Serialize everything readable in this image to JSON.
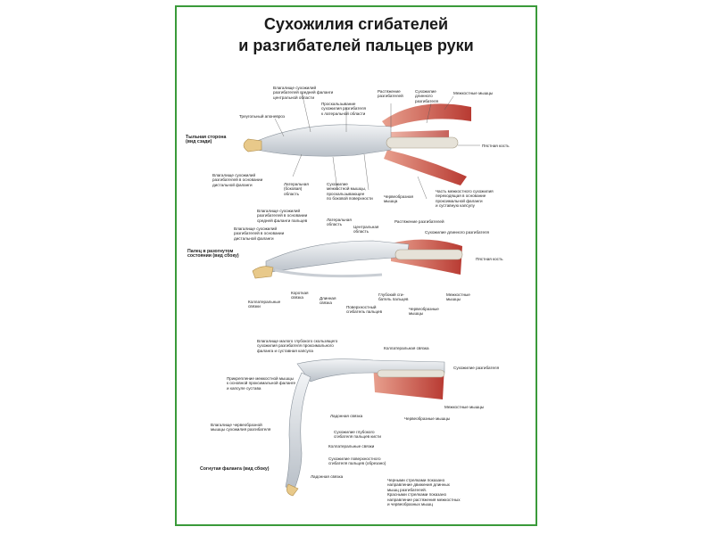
{
  "title_line1": "Сухожилия сгибателей",
  "title_line2": "и разгибателей пальцев руки",
  "panel1": {
    "view_label": "Тыльная сторона\n(вид сзади)",
    "labels": {
      "sheath_middle": "Влагалище сухожилий\nразгибателей средней фаланги\nцентральной области",
      "triangular": "Треугольный апоневроз",
      "lateral_band": "Проскальзывание\nсухожилия разгибателя\nк латеральной области",
      "stretch_ext": "Растяжение\nразгибателей",
      "long_ext_tendon": "Сухожилие\nдлинного\nразгибателя",
      "interossei": "Межкостные мышцы",
      "metacarpal": "Пястная кость",
      "sheath_distal": "Влагалище сухожилий\nразгибателей в основании\nдистальной фаланги",
      "lateral_area": "Латеральная\n(боковая)\nобласть",
      "interosseous_tendon": "Сухожилие\nмежкостной мышцы,\nпроскальзывающее\nпо боковой поверхности",
      "lumbrical": "Червеобразная\nмышца",
      "part_interosseous": "Часть межкостного сухожилия\nпереходящая в основание\nпроксимальной фаланги\nи суставную капсулу"
    }
  },
  "panel2": {
    "view_label": "Палец в разогнутом\nсостоянии (вид сбоку)",
    "labels": {
      "sheath_middle_base": "Влагалище сухожилий\nразгибателей в основании\nсредней фаланги пальцев",
      "sheath_distal_base": "Влагалище сухожилий\nразгибателей в основании\nдистальной фаланги",
      "lateral_area": "Латеральная\nобласть",
      "central_area": "Центральная\nобласть",
      "stretch_ext": "Растяжение разгибателей",
      "long_ext_tendon": "Сухожилие длинного разгибателя",
      "metacarpal": "Пястная кость",
      "collateral": "Коллатеральные\nсвязки",
      "short_lig": "Короткая\nсвязка",
      "long_lig": "Длинная\nсвязка",
      "superficial_flexor": "Поверхностный\nсгибатель пальцев",
      "deep_flexor": "Глубокий сги-\nбатель пальцев",
      "interossei": "Межкостные\nмышцы",
      "lumbrical": "Червеобразные\nмышцы"
    }
  },
  "panel3": {
    "view_label": "Согнутая фаланга (вид сбоку)",
    "labels": {
      "sheath_deep": "Влагалище малого глубокого скользящего\nсухожилия разгибателя проксимального\nфаланга и суставная капсула",
      "collateral_lig": "Коллатеральная связка",
      "ext_tendon": "Сухожилие разгибателя",
      "attach_interosseous": "Прикрепление межкостной мышцы\nк основной проксимальной фаланге\nи капсуле сустава",
      "interossei": "Межкостные мышцы",
      "lumbrical": "Червеобразные мышцы",
      "palmar_lig": "Ладонная связка",
      "sheath_lumbrical": "Влагалище червеобразной\nмышцы сухожилия разгибателя",
      "deep_flexor": "Сухожилие глубокого\nсгибателя пальцев кисти",
      "collateral_ligs": "Коллатеральные связки",
      "superficial_flexor": "Сухожилие поверхностного\nсгибателя пальцев (обрезано)",
      "palmar_lig2": "Ладонная связка",
      "note": "Черными стрелками показано\nнаправление движения длинных\nмышц разгибателей.\nКрасными стрелками показано\nнаправление растяжения межкостных\nи червеобразных мышц"
    }
  },
  "colors": {
    "frame": "#3a9a3a",
    "muscle": "#c9473e",
    "tendon": "#d8dce0",
    "bone": "#e8c98a"
  }
}
